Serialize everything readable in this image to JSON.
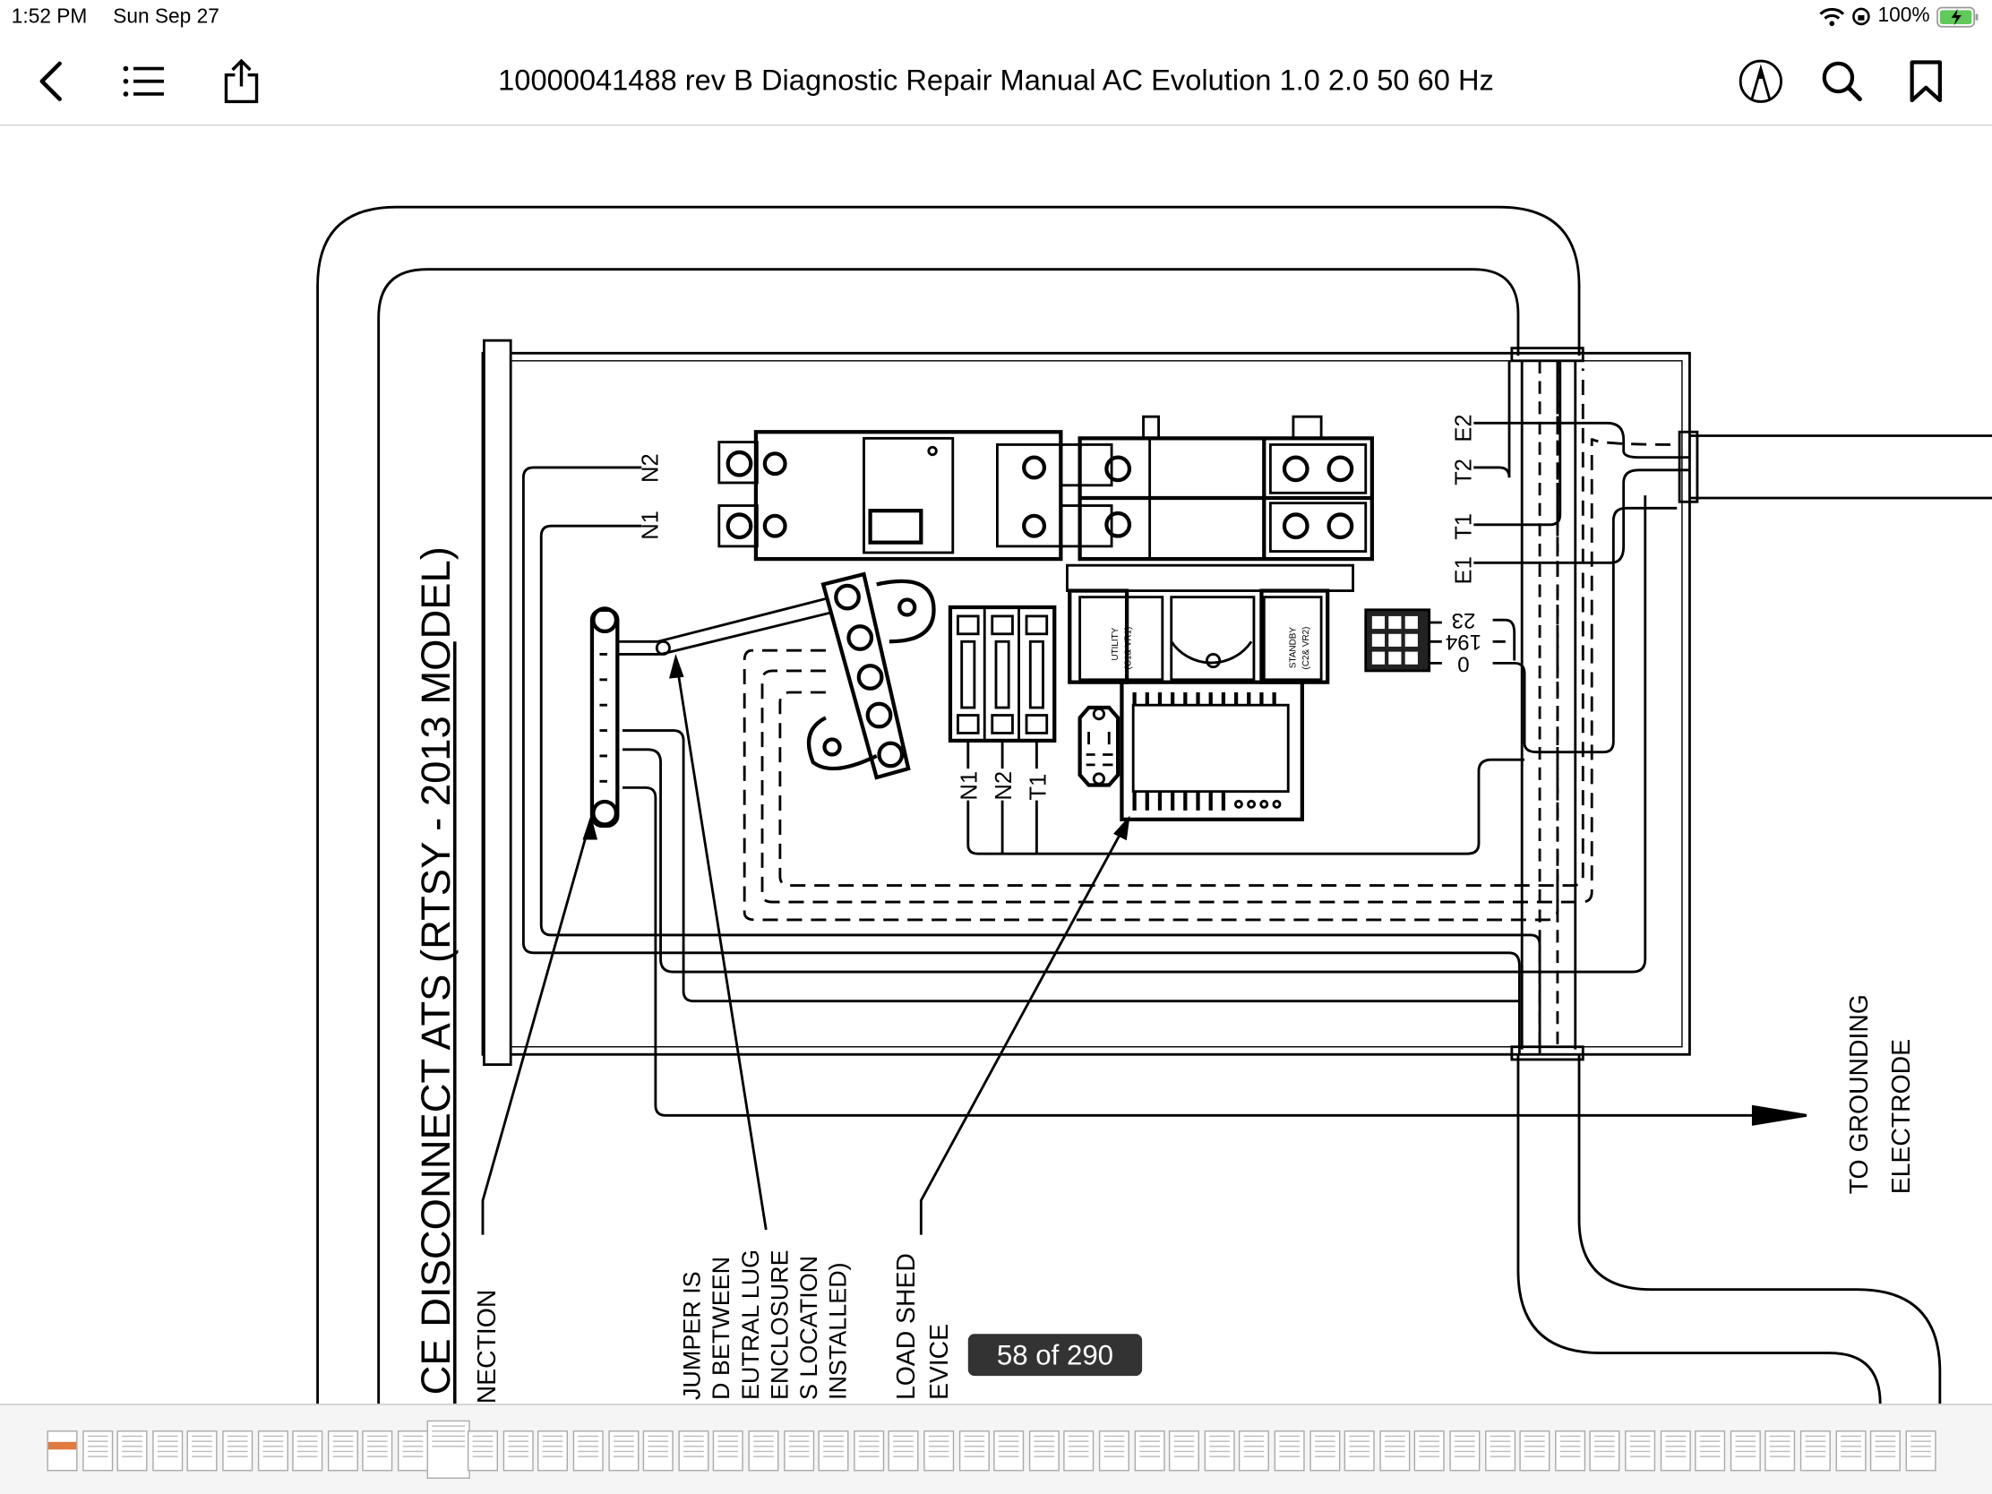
{
  "status_bar": {
    "time": "1:52 PM",
    "date": "Sun Sep 27",
    "battery": "100%"
  },
  "toolbar": {
    "title": "10000041488 rev B Diagnostic Repair Manual AC Evolution 1.0 2.0 50 60 Hz"
  },
  "page_indicator": "58 of 290",
  "thumbnails": {
    "count": 54,
    "current_index": 11
  },
  "diagram": {
    "title": "CE DISCONNECT ATS (RTSY - 2013 MODEL)",
    "breaker_labels": [
      "N2",
      "N1"
    ],
    "switch_labels": [
      "E2",
      "T2",
      "T1",
      "E1"
    ],
    "terminal_labels": [
      "23",
      "194",
      "0"
    ],
    "fuse_labels": [
      "N1",
      "N2",
      "T1"
    ],
    "utility": [
      "UTILITY",
      "(C1& VR1)"
    ],
    "standby": [
      "STANDBY",
      "(C2& VR2)"
    ],
    "grounding": [
      "TO GROUNDING",
      "ELECTRODE"
    ],
    "note_connection": "NECTION",
    "note_jumper": [
      "JUMPER IS",
      "D BETWEEN",
      "EUTRAL LUG",
      "ENCLOSURE",
      "S LOCATION",
      "INSTALLED)"
    ],
    "note_loadshed": [
      "LOAD SHED",
      "EVICE"
    ]
  }
}
